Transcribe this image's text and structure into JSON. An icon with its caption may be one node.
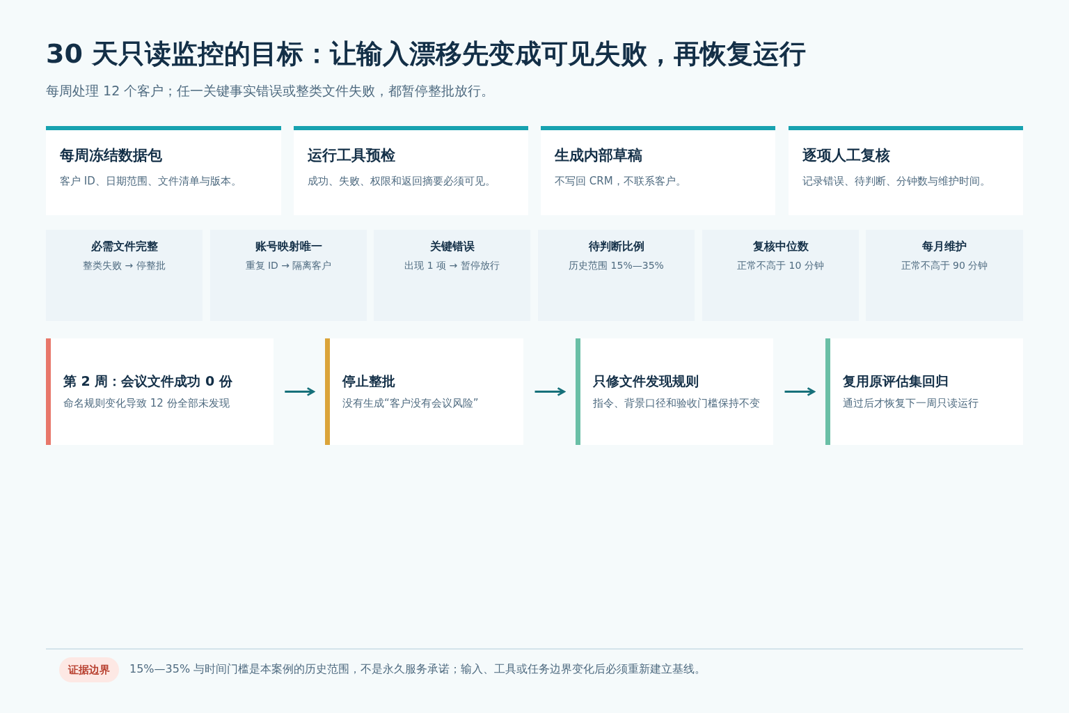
{
  "diagram": {
    "title": "30 天只读监控的目标：让输入漂移先变成可见失败，再恢复运行",
    "caption": "每周处理 12 个客户；任一关键事实错误或整类文件失败，都暂停整批放行。",
    "nodes": [
      {
        "text": [
          "每周冻结数据包",
          "客户 ID、日期范围、文件清单与版本。"
        ]
      },
      {
        "text": [
          "运行工具预检",
          "成功、失败、权限和返回摘要必须可见。"
        ]
      },
      {
        "text": [
          "生成内部草稿",
          "不写回 CRM，不联系客户。"
        ]
      },
      {
        "text": [
          "逐项人工复核",
          "记录错误、待判断、分钟数与维护时间。"
        ]
      },
      {
        "text": [
          "必需文件完整",
          "整类失败 → 停整批"
        ]
      },
      {
        "text": [
          "账号映射唯一",
          "重复 ID → 隔离客户"
        ]
      },
      {
        "text": [
          "关键错误",
          "出现 1 项 → 暂停放行"
        ]
      },
      {
        "text": [
          "待判断比例",
          "历史范围 15%—35%"
        ]
      },
      {
        "text": [
          "复核中位数",
          "正常不高于 10 分钟"
        ]
      },
      {
        "text": [
          "每月维护",
          "正常不高于 90 分钟"
        ]
      },
      {
        "text": [
          "第 2 周：会议文件成功 0 份",
          "命名规则变化导致 12 份全部未发现"
        ]
      },
      {
        "text": [
          "停止整批",
          "没有生成“客户没有会议风险”"
        ]
      },
      {
        "text": [
          "只修文件发现规则",
          "指令、背景口径和验收门槛保持不变"
        ]
      },
      {
        "text": [
          "复用原评估集回归",
          "通过后才恢复下一周只读运行"
        ]
      },
      {
        "text": [
          "证据边界"
        ]
      }
    ],
    "edges": [
      {
        "from": 10,
        "to": 11,
        "arrow": "to"
      },
      {
        "from": 11,
        "to": 12,
        "arrow": "to"
      },
      {
        "from": 12,
        "to": 13,
        "arrow": "to"
      }
    ],
    "labels": [
      "15%—35% 与时间门槛是本案例的历史范围，不是永久服务承诺；输入、工具或任务边界变化后必须重新建立基线。"
    ]
  }
}
